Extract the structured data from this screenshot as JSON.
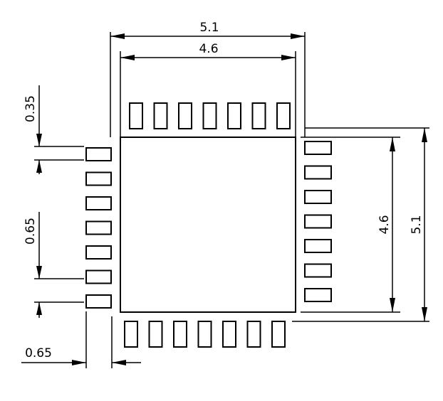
{
  "drawing": {
    "dimensions": {
      "outer_width": "5.1",
      "inner_width": "4.6",
      "inner_height": "4.6",
      "outer_height": "5.1",
      "pad_width": "0.35",
      "pad_pitch": "0.65",
      "pad_length": "0.65"
    },
    "pads": {
      "top_count": 7,
      "bottom_count": 7,
      "left_count": 7,
      "right_count": 7
    },
    "colors": {
      "line": "#000000",
      "background": "#ffffff"
    }
  }
}
